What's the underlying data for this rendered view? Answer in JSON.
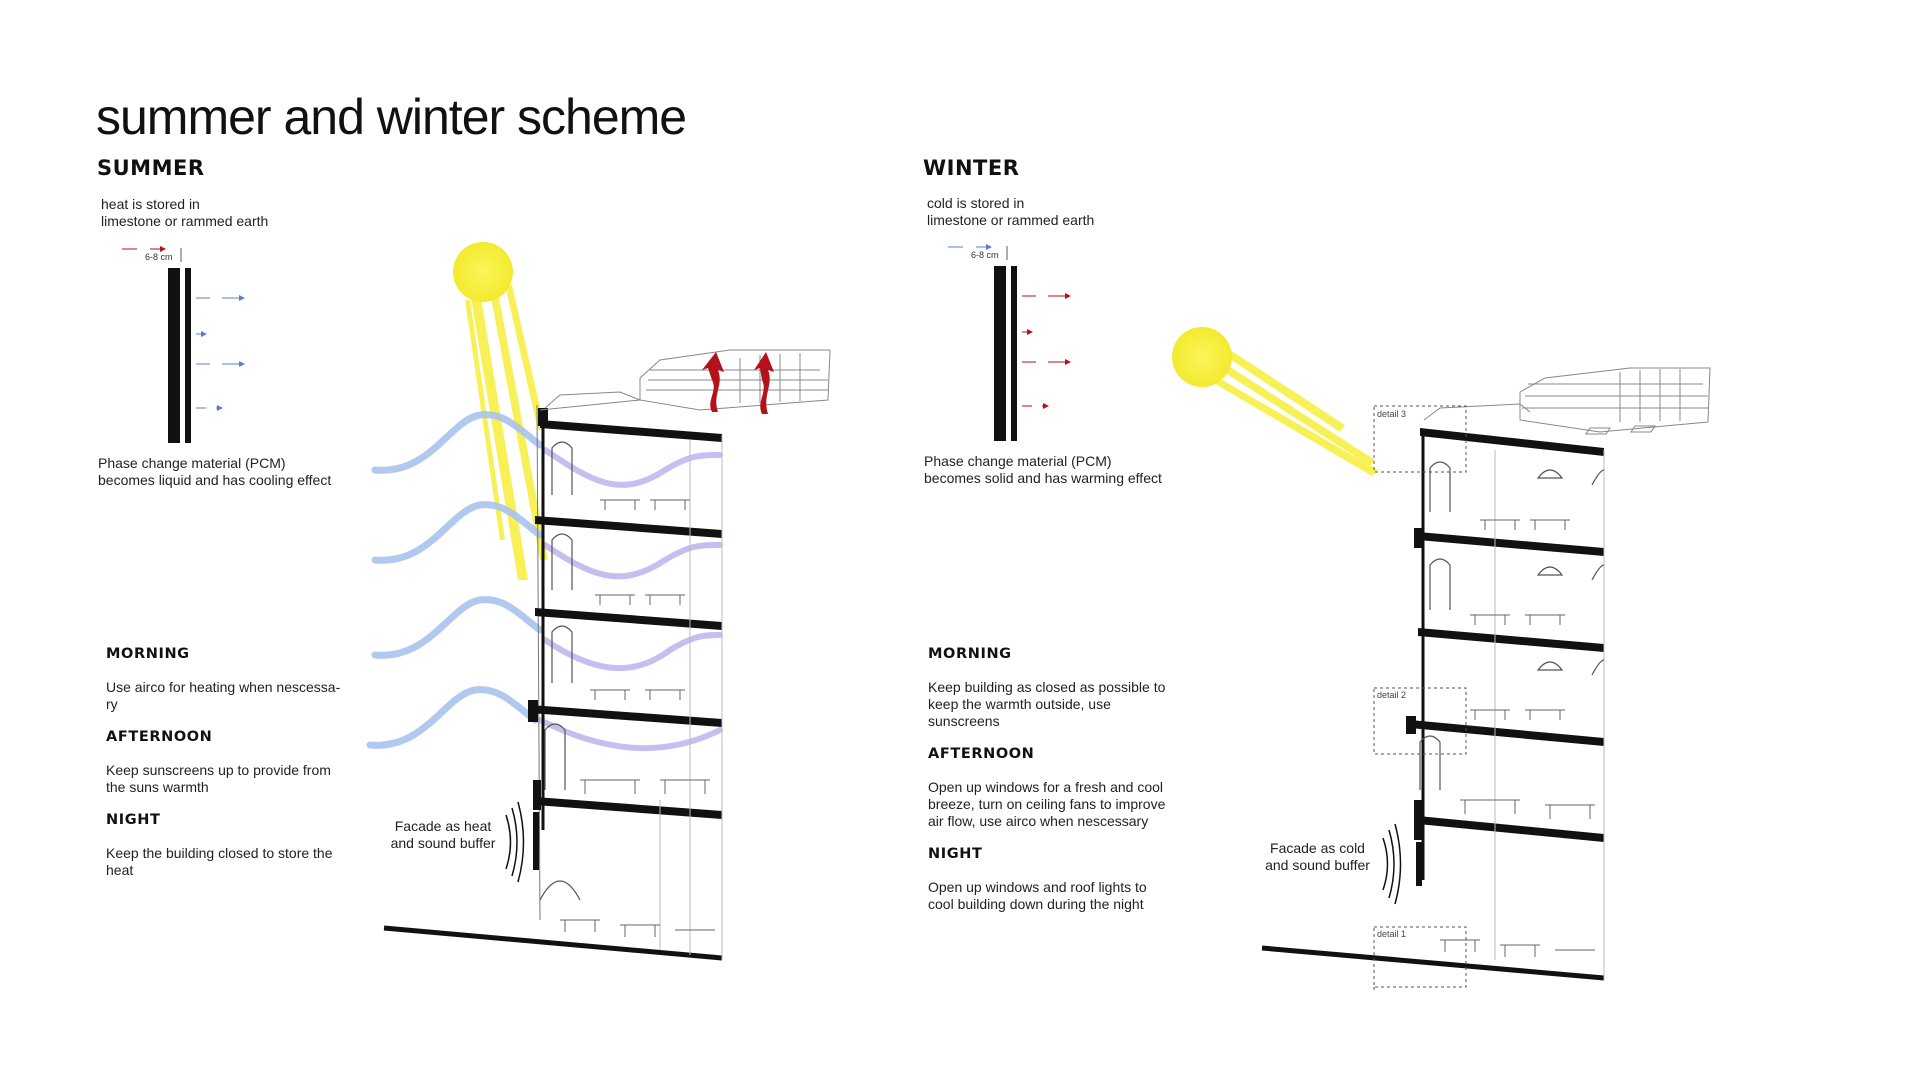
{
  "title": "summer and winter scheme",
  "summer": {
    "heading": "SUMMER",
    "storage_note_line1": "heat is stored in",
    "storage_note_line2": "limestone or rammed earth",
    "thickness": "6-8 cm",
    "pcm_line1": "Phase change material (PCM)",
    "pcm_line2": "becomes liquid and has cooling effect",
    "morning_heading": "MORNING",
    "morning_line1": "Use airco for heating when nescessa-",
    "morning_line2": "ry",
    "afternoon_heading": "AFTERNOON",
    "afternoon_line1": "Keep sunscreens up to provide from",
    "afternoon_line2": "the suns warmth",
    "night_heading": "NIGHT",
    "night_line1": "Keep the building closed to store the",
    "night_line2": "heat",
    "facade_line1": "Facade as heat",
    "facade_line2": "and sound buffer"
  },
  "winter": {
    "heading": "WINTER",
    "storage_note_line1": "cold is stored in",
    "storage_note_line2": "limestone or rammed earth",
    "thickness": "6-8 cm",
    "pcm_line1": "Phase change material (PCM)",
    "pcm_line2": "becomes solid and has warming effect",
    "morning_heading": "MORNING",
    "morning_line1": "Keep building as closed as possible to",
    "morning_line2": "keep the warmth outside, use",
    "morning_line3": "sunscreens",
    "afternoon_heading": "AFTERNOON",
    "afternoon_line1": "Open up windows for a fresh and cool",
    "afternoon_line2": "breeze, turn on ceiling fans to improve",
    "afternoon_line3": "air flow, use airco when nescessary",
    "night_heading": "NIGHT",
    "night_line1": "Open up windows and roof lights to",
    "night_line2": "cool building down during the night",
    "facade_line1": "Facade as cold",
    "facade_line2": "and sound buffer",
    "detail_1": "detail 1",
    "detail_2": "detail 2",
    "detail_3": "detail 3"
  },
  "colors": {
    "sun": "#f6ef3a",
    "warm_arrow": "#b3121b",
    "wind": "#a9c3ee",
    "wind_inner": "#b7a8ec",
    "cool_arrow": "#5b7fc4",
    "wall": "#111111"
  }
}
